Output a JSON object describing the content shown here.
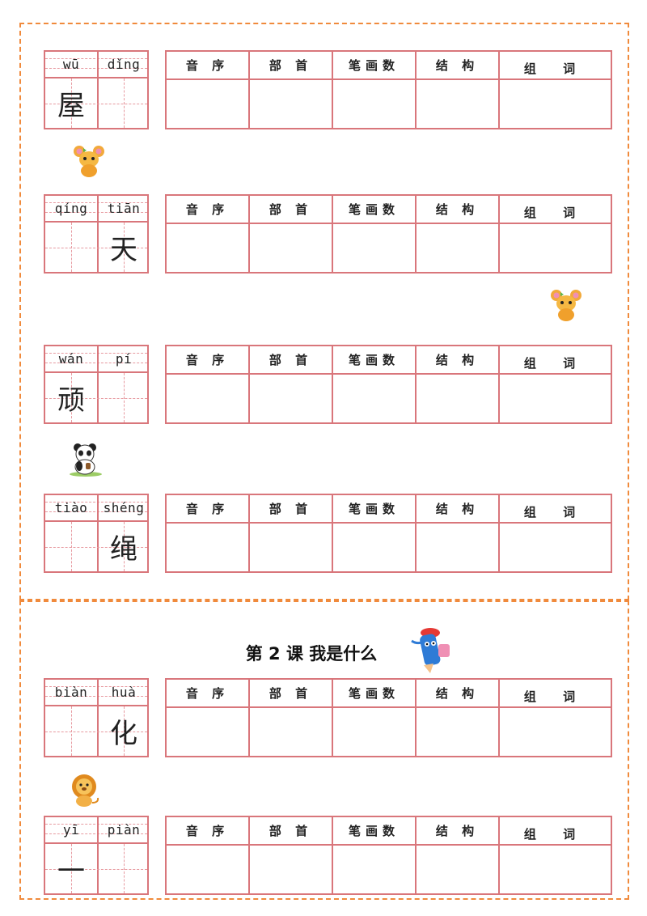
{
  "headers": [
    "音 序",
    "部 首",
    "笔画数",
    "结 构",
    "组 词"
  ],
  "lesson_title": "第 2 课  我是什么",
  "words": [
    {
      "pinyin": [
        "wū",
        "dǐng"
      ],
      "chars": [
        "屋",
        ""
      ]
    },
    {
      "pinyin": [
        "qíng",
        "tiān"
      ],
      "chars": [
        "",
        "天"
      ]
    },
    {
      "pinyin": [
        "wán",
        "pí"
      ],
      "chars": [
        "顽",
        ""
      ]
    },
    {
      "pinyin": [
        "tiào",
        "shéng"
      ],
      "chars": [
        "",
        "绳"
      ]
    },
    {
      "pinyin": [
        "biàn",
        "huà"
      ],
      "chars": [
        "",
        "化"
      ]
    },
    {
      "pinyin": [
        "yī",
        "piàn"
      ],
      "chars": [
        "一",
        ""
      ]
    }
  ],
  "colors": {
    "border": "#d9767b",
    "dashed_frame": "#f08a3c"
  },
  "decorations": [
    "mouse-icon",
    "mouse-icon",
    "panda-icon",
    "pencil-mascot-icon",
    "lion-icon"
  ]
}
